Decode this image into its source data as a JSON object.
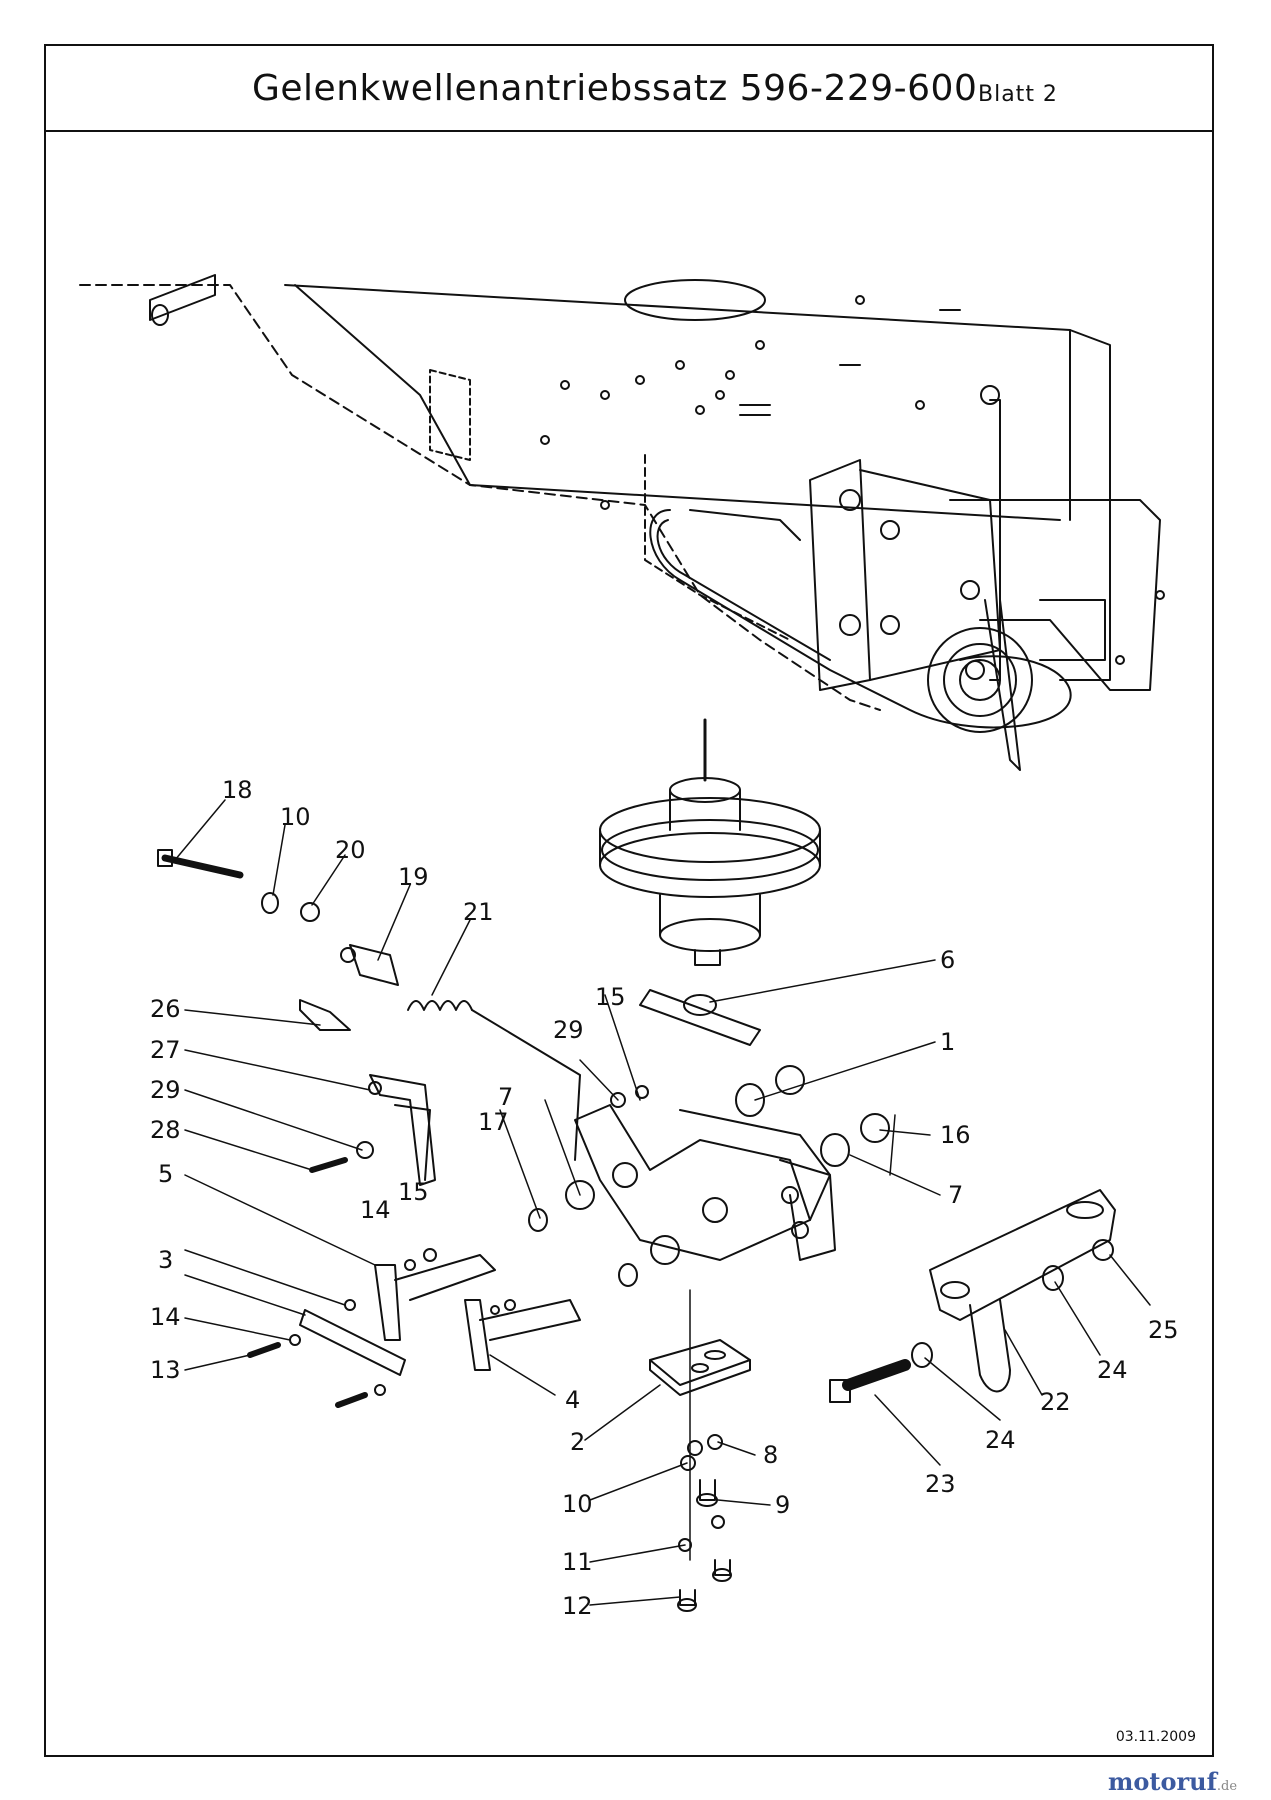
{
  "title": {
    "main": "Gelenkwellenantriebssatz 596-229-600",
    "sheet": "Blatt 2"
  },
  "date": "03.11.2009",
  "brand": {
    "name": "motoruf",
    "suffix": ".de"
  },
  "callouts": [
    "18",
    "10",
    "20",
    "19",
    "21",
    "26",
    "27",
    "29",
    "28",
    "5",
    "14",
    "15",
    "3",
    "14",
    "13",
    "6",
    "15",
    "29",
    "1",
    "7",
    "17",
    "16",
    "7",
    "4",
    "2",
    "8",
    "10",
    "9",
    "11",
    "12",
    "25",
    "24",
    "22",
    "24",
    "23"
  ],
  "colors": {
    "line": "#111111",
    "brand": "#3c5aa0"
  }
}
